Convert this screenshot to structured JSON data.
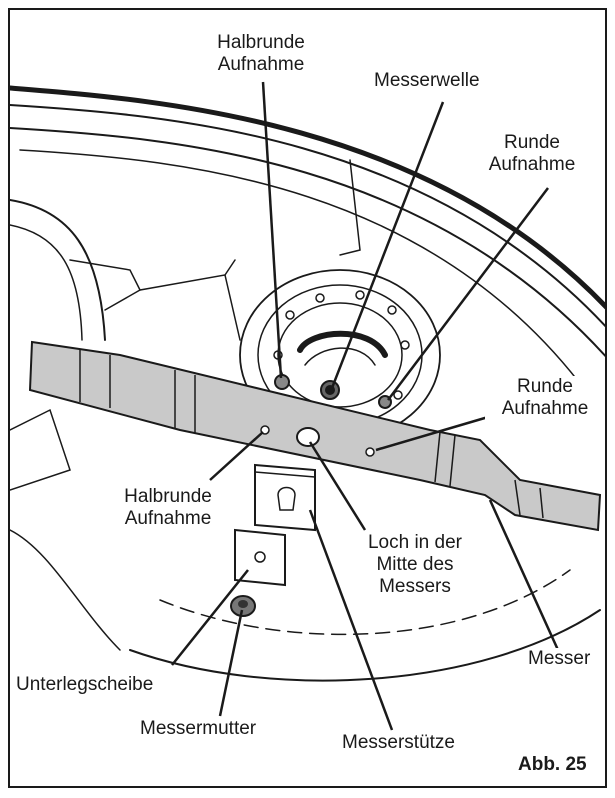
{
  "figure": {
    "caption": "Abb. 25"
  },
  "labels": {
    "halbrunde_aufnahme_top": [
      "Halbrunde",
      "Aufnahme"
    ],
    "messerwelle": "Messerwelle",
    "runde_aufnahme_top": [
      "Runde",
      "Aufnahme"
    ],
    "runde_aufnahme_mid": [
      "Runde",
      "Aufnahme"
    ],
    "halbrunde_aufnahme_mid": [
      "Halbrunde",
      "Aufnahme"
    ],
    "loch": [
      "Loch in der",
      "Mitte des",
      "Messers"
    ],
    "messer": "Messer",
    "unterlegscheibe": "Unterlegscheibe",
    "messermutter": "Messermutter",
    "messerstuetze": "Messerstütze"
  },
  "colors": {
    "ink": "#1a1a1a",
    "blade": "#c9c9c9",
    "paper": "#ffffff"
  }
}
